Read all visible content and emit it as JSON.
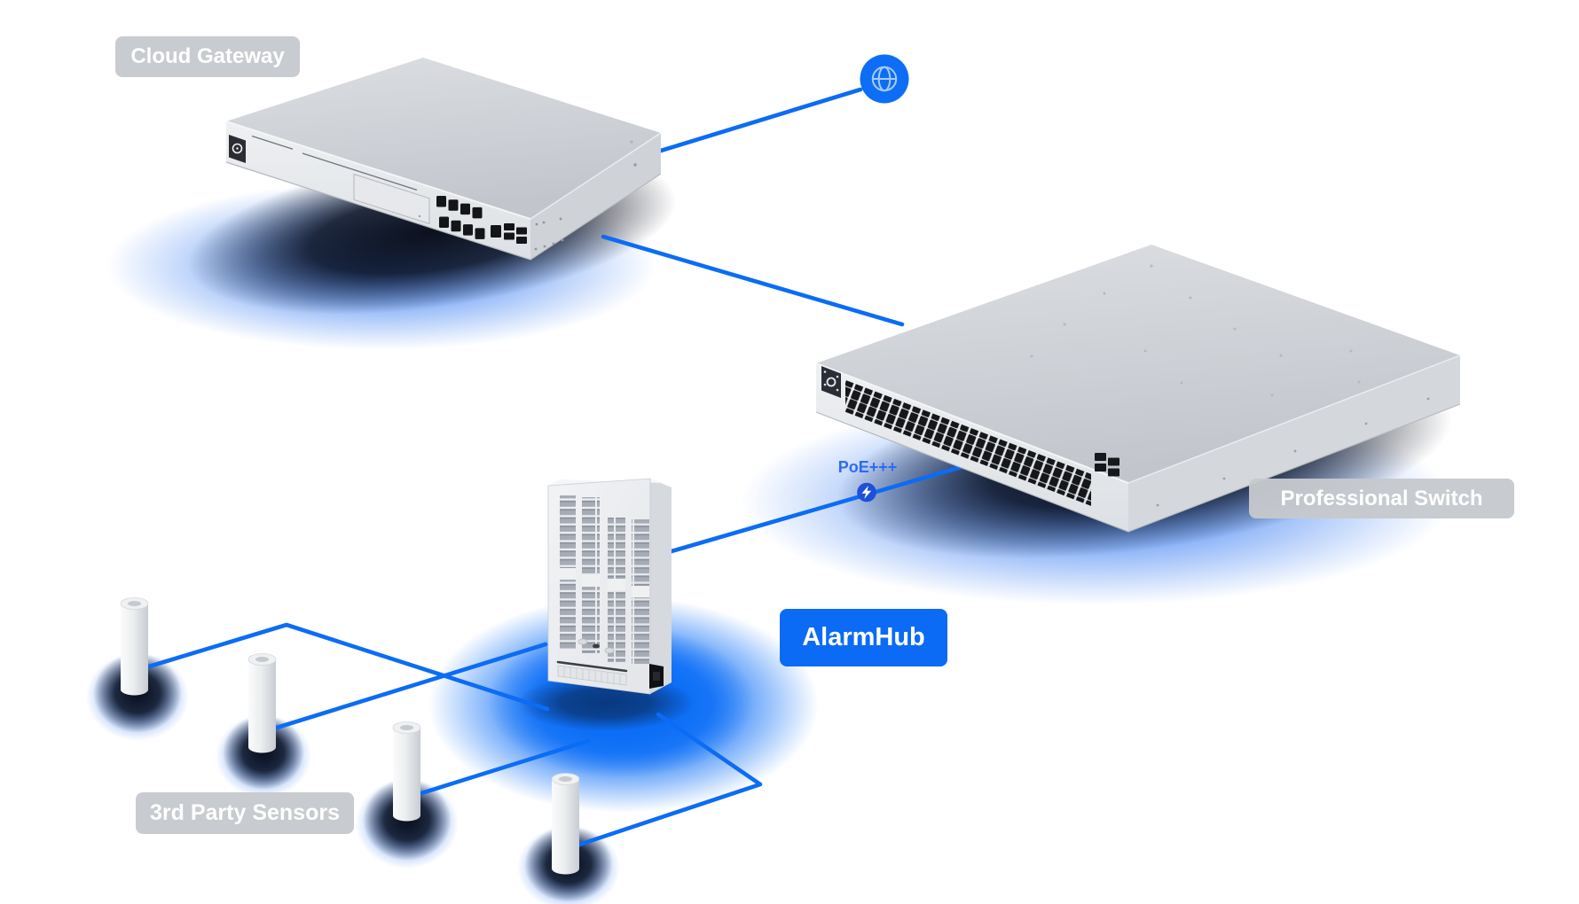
{
  "diagram": {
    "labels": {
      "cloud_gateway": "Cloud Gateway",
      "professional_switch": "Professional Switch",
      "alarm_hub": "AlarmHub",
      "third_party_sensors": "3rd Party Sensors",
      "poe": "PoE+++"
    },
    "nodes": [
      "Internet",
      "Cloud Gateway",
      "Professional Switch",
      "AlarmHub",
      "3rd Party Sensors"
    ],
    "sensor_count": 4,
    "connections": [
      {
        "from": "Internet",
        "to": "Cloud Gateway"
      },
      {
        "from": "Cloud Gateway",
        "to": "Professional Switch"
      },
      {
        "from": "Professional Switch",
        "to": "AlarmHub",
        "label": "PoE+++"
      },
      {
        "from": "AlarmHub",
        "to": "3rd Party Sensors",
        "lines": 4
      }
    ],
    "icons": {
      "internet": "globe-icon",
      "poe": "lightning-icon"
    },
    "colors": {
      "connection_blue": "#0b6cf5",
      "glow_blue": "#0b6df6",
      "badge_gray": "#c6c9cd",
      "badge_text": "#ffffff",
      "alarmhub_badge_blue": "#0b6bf5",
      "poe_text_blue": "#2d6bf0",
      "poe_badge_blue": "#1d4fd8",
      "globe_badge_blue": "#0d6ef5"
    }
  }
}
